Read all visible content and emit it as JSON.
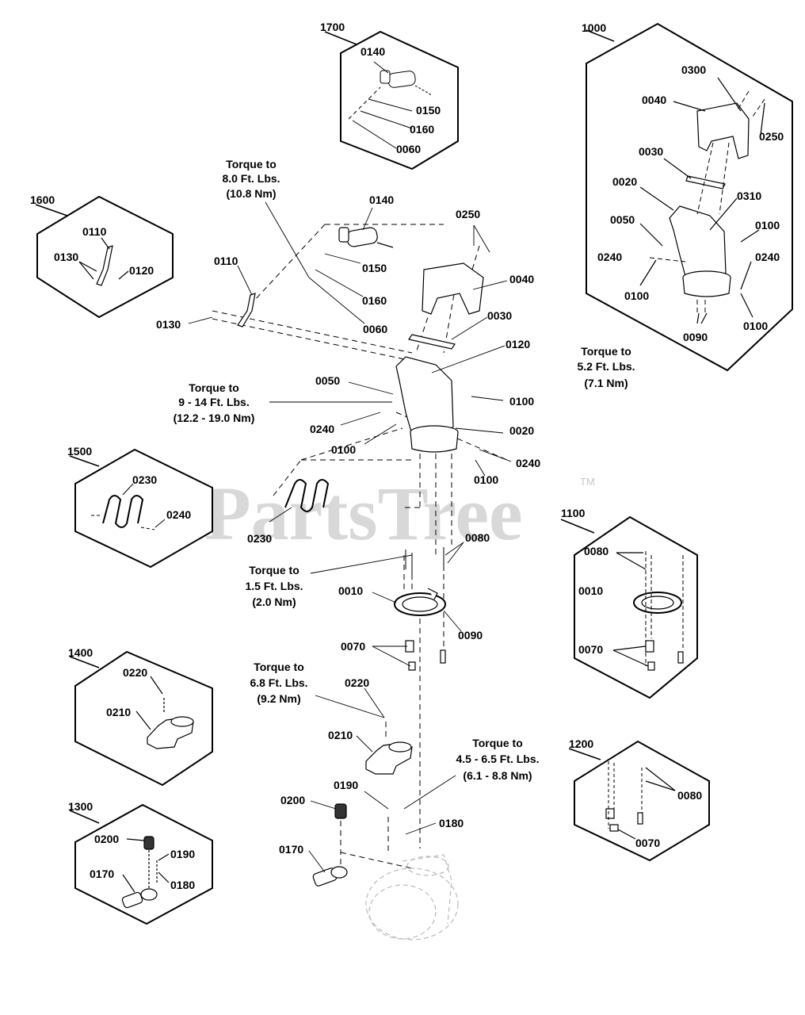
{
  "watermark": {
    "text": "PartsTree",
    "tm": "TM"
  },
  "callouts": {
    "k1700": "1700",
    "k1000": "1000",
    "k1600": "1600",
    "k1500": "1500",
    "k1100": "1100",
    "k1400": "1400",
    "k1300": "1300",
    "k1200": "1200"
  },
  "torque": {
    "t1": [
      "Torque to",
      "8.0 Ft. Lbs.",
      "(10.8 Nm)"
    ],
    "t2": [
      "Torque to",
      "5.2 Ft. Lbs.",
      "(7.1 Nm)"
    ],
    "t3": [
      "Torque to",
      "9 - 14 Ft. Lbs.",
      "(12.2 - 19.0 Nm)"
    ],
    "t4": [
      "Torque to",
      "1.5 Ft. Lbs.",
      "(2.0 Nm)"
    ],
    "t5": [
      "Torque to",
      "6.8 Ft. Lbs.",
      "(9.2 Nm)"
    ],
    "t6": [
      "Torque to",
      "4.5 - 6.5 Ft. Lbs.",
      "(6.1 - 8.8 Nm)"
    ]
  },
  "parts": {
    "p0010": "0010",
    "p0020": "0020",
    "p0030": "0030",
    "p0040": "0040",
    "p0050": "0050",
    "p0060": "0060",
    "p0070": "0070",
    "p0080": "0080",
    "p0090": "0090",
    "p0100": "0100",
    "p0110": "0110",
    "p0120": "0120",
    "p0130": "0130",
    "p0140": "0140",
    "p0150": "0150",
    "p0160": "0160",
    "p0170": "0170",
    "p0180": "0180",
    "p0190": "0190",
    "p0200": "0200",
    "p0210": "0210",
    "p0220": "0220",
    "p0230": "0230",
    "p0240": "0240",
    "p0250": "0250",
    "p0300": "0300",
    "p0310": "0310"
  }
}
